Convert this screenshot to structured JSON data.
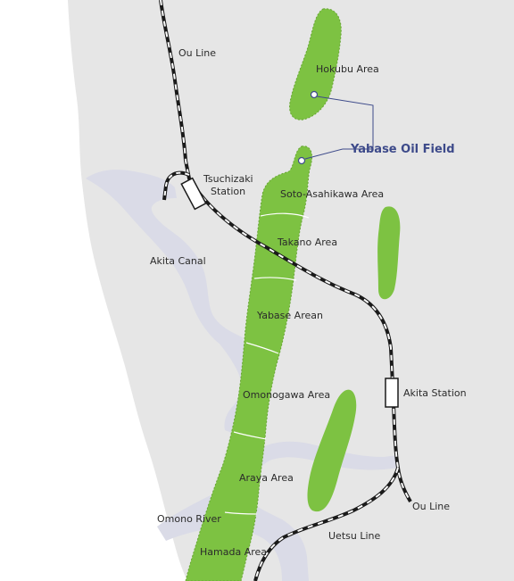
{
  "colors": {
    "sea": "#ffffff",
    "land": "#e6e6e6",
    "water": "#dadbe7",
    "oil_field": "#7dc242",
    "field_outline": "#66a533",
    "railway": "#1a1a1a",
    "leader_line": "#3d4a8a",
    "highlight_text": "#3d4a8a"
  },
  "labels": {
    "ou_line_north": "Ou Line",
    "hokubu_area": "Hokubu Area",
    "yabase_oil_field": "Yabase Oil Field",
    "tsuchizaki_station_1": "Tsuchizaki",
    "tsuchizaki_station_2": "Station",
    "soto_asahikawa_area": "Soto-Asahikawa Area",
    "akita_canal": "Akita Canal",
    "takano_area": "Takano Area",
    "yabase_arean": "Yabase Arean",
    "akita_station": "Akita Station",
    "omonogawa_area": "Omonogawa Area",
    "araya_area": "Araya Area",
    "ou_line_south": "Ou Line",
    "omono_river": "Omono River",
    "uetsu_line": "Uetsu Line",
    "hamada_area": "Hamada Area"
  },
  "icons": {
    "station_marker": "station-rect-icon",
    "location_marker": "location-dot-icon"
  }
}
